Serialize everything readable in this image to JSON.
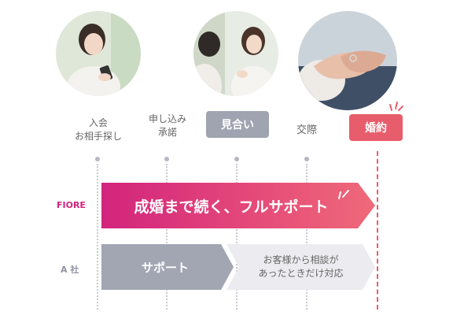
{
  "stages": [
    {
      "line1": "入会",
      "line2": "お相手探し"
    },
    {
      "line1": "申し込み",
      "line2": "承諾"
    },
    {
      "label": "見合い"
    },
    {
      "label": "交際"
    },
    {
      "label": "婚約"
    }
  ],
  "rows": {
    "fiore": {
      "label": "FIORE",
      "text": "成婚まで続く、フルサポート",
      "color": "#d2247d"
    },
    "a_company": {
      "label": "A 社",
      "support_text": "サポート",
      "consult_line1": "お客様から相談が",
      "consult_line2": "あったときだけ対応",
      "color": "#a0a4b1"
    }
  },
  "photos": [
    {
      "name": "woman-smartphone-photo"
    },
    {
      "name": "omiai-meeting-photo"
    },
    {
      "name": "engagement-ring-photo"
    }
  ],
  "colors": {
    "accent": "#e85d6c",
    "magenta": "#d2247d",
    "gray": "#a0a4b1"
  }
}
